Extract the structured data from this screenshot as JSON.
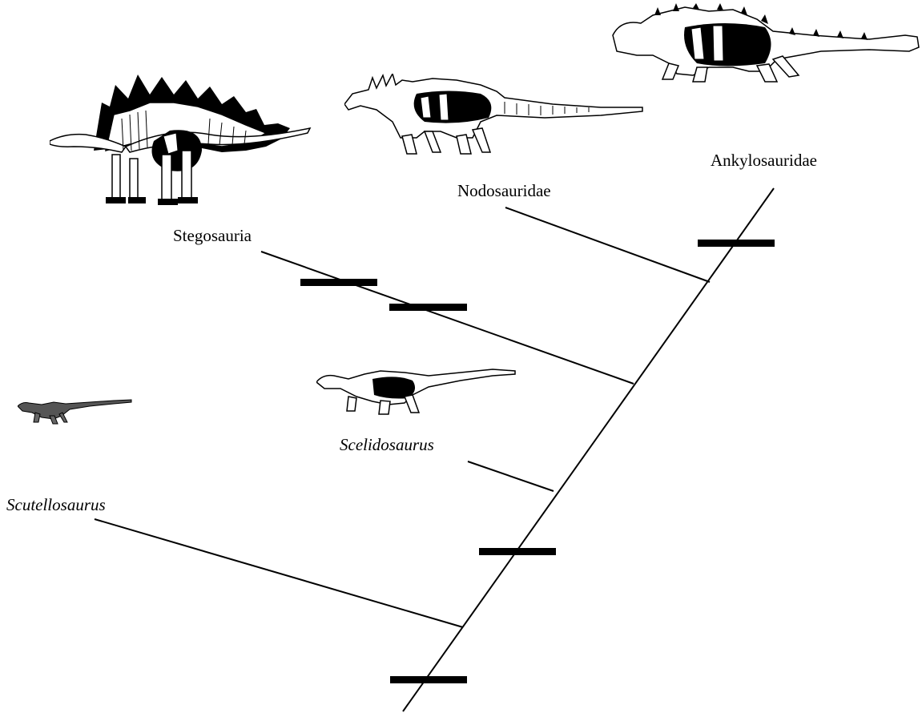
{
  "taxa": {
    "scutellosaurus": {
      "label": "Scutellosaurus",
      "italic": true
    },
    "scelidosaurus": {
      "label": "Scelidosaurus",
      "italic": true
    },
    "stegosauria": {
      "label": "Stegosauria",
      "italic": false
    },
    "nodosauridae": {
      "label": "Nodosauridae",
      "italic": false
    },
    "ankylosauridae": {
      "label": "Ankylosauridae",
      "italic": false
    }
  },
  "colors": {
    "line": "#000000",
    "silhouette": "#000000",
    "bone": "#ffffff"
  },
  "icons": [
    "scutellosaurus-skeleton-icon",
    "scelidosaurus-skeleton-icon",
    "stegosaurus-skeleton-icon",
    "nodosaur-skeleton-icon",
    "ankylosaur-skeleton-icon"
  ]
}
